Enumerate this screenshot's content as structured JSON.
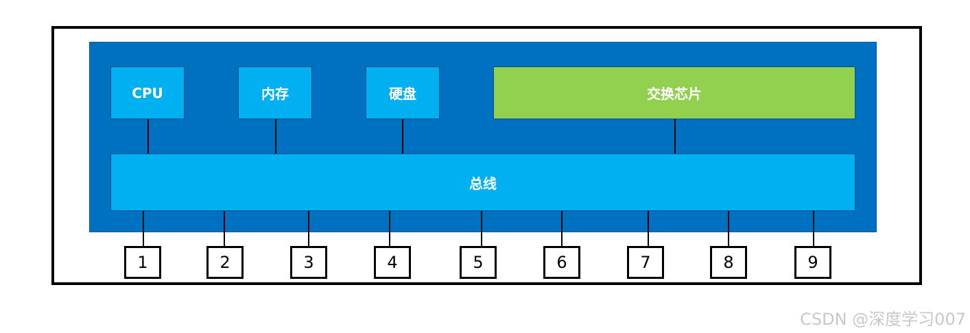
{
  "diagram": {
    "components": {
      "cpu": "CPU",
      "memory": "内存",
      "disk": "硬盘",
      "switch_chip": "交换芯片"
    },
    "bus_label": "总线",
    "ports": [
      "1",
      "2",
      "3",
      "4",
      "5",
      "6",
      "7",
      "8",
      "9"
    ]
  },
  "watermark": "CSDN @深度学习007",
  "colors": {
    "board": "#0070c0",
    "component": "#00b0f0",
    "switch_chip": "#92d050",
    "port_border": "#000000"
  }
}
